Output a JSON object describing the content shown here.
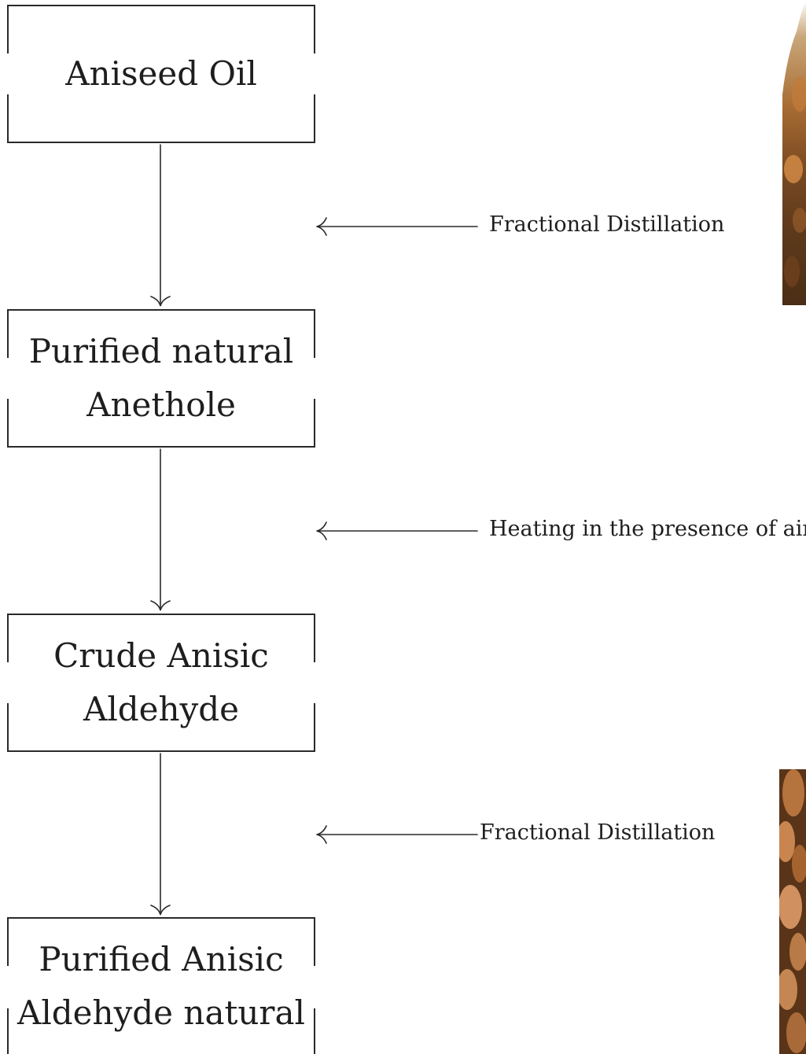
{
  "flow": {
    "boxes": [
      {
        "label": "Aniseed Oil"
      },
      {
        "label": "Purified natural\nAnethole"
      },
      {
        "label": "Crude Anisic\nAldehyde"
      },
      {
        "label": "Purified Anisic\nAldehyde natural"
      }
    ],
    "steps": [
      {
        "label": "Fractional Distillation"
      },
      {
        "label": "Heating in the presence of air"
      },
      {
        "label": "Fractional Distillation"
      }
    ]
  },
  "colors": {
    "line": "#2a2a2a",
    "photo_top": "#8a5a2e",
    "photo_bottom": "#a8683a"
  }
}
